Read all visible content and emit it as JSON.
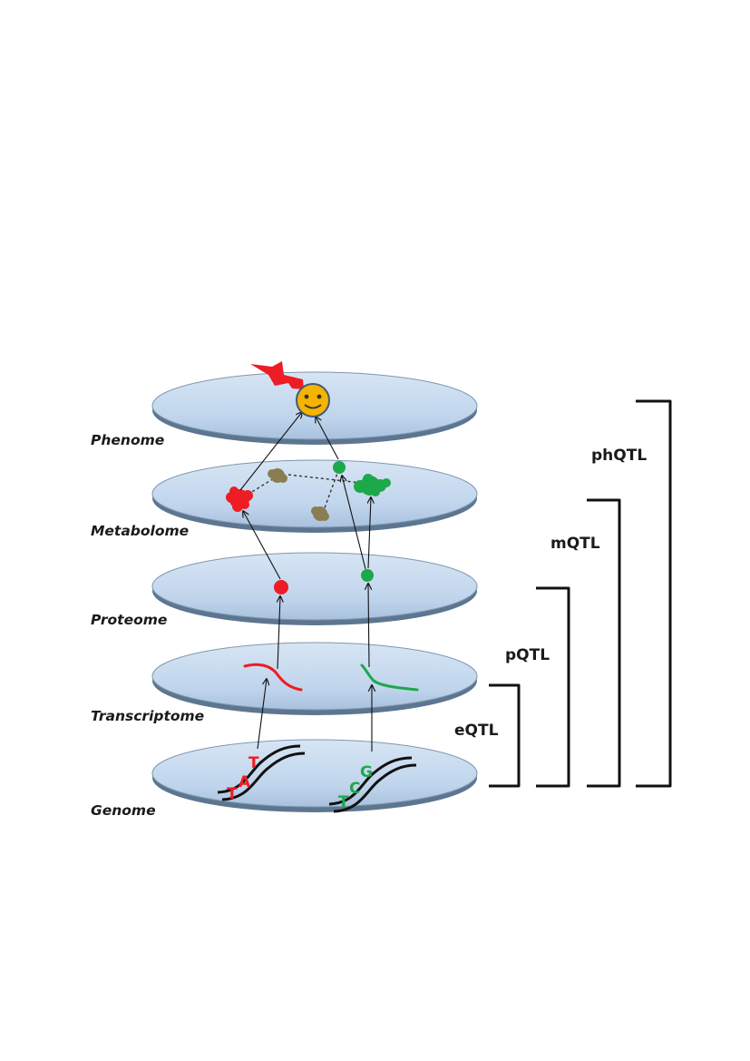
{
  "layers": [
    {
      "id": "phenome",
      "label": "Phenome"
    },
    {
      "id": "metabolome",
      "label": "Metabolome"
    },
    {
      "id": "proteome",
      "label": "Proteome"
    },
    {
      "id": "transcriptome",
      "label": "Transcriptome"
    },
    {
      "id": "genome",
      "label": "Genome"
    }
  ],
  "qtl": [
    {
      "id": "eqtl",
      "label": "eQTL"
    },
    {
      "id": "pqtl",
      "label": "pQTL"
    },
    {
      "id": "mqtl",
      "label": "mQTL"
    },
    {
      "id": "phqtl",
      "label": "phQTL"
    }
  ],
  "genome_bases": {
    "left": [
      "T",
      "A",
      "T"
    ],
    "right": [
      "G",
      "C",
      "T"
    ]
  },
  "colors": {
    "disc_fill": "#c4d9ee",
    "disc_edge": "#5d7690",
    "red": "#ee1c24",
    "green": "#1da84a",
    "olive": "#8a7d52",
    "face": "#f5b400"
  }
}
